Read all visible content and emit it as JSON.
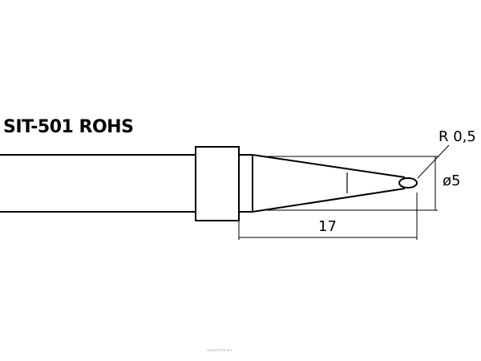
{
  "title": "SIT-501 ROHS",
  "dimensions": {
    "radius": "R 0,5",
    "diameter": "ø5",
    "length": "17"
  },
  "watermark": "www.tme.eu",
  "colors": {
    "line": "#000000",
    "background": "#ffffff"
  }
}
